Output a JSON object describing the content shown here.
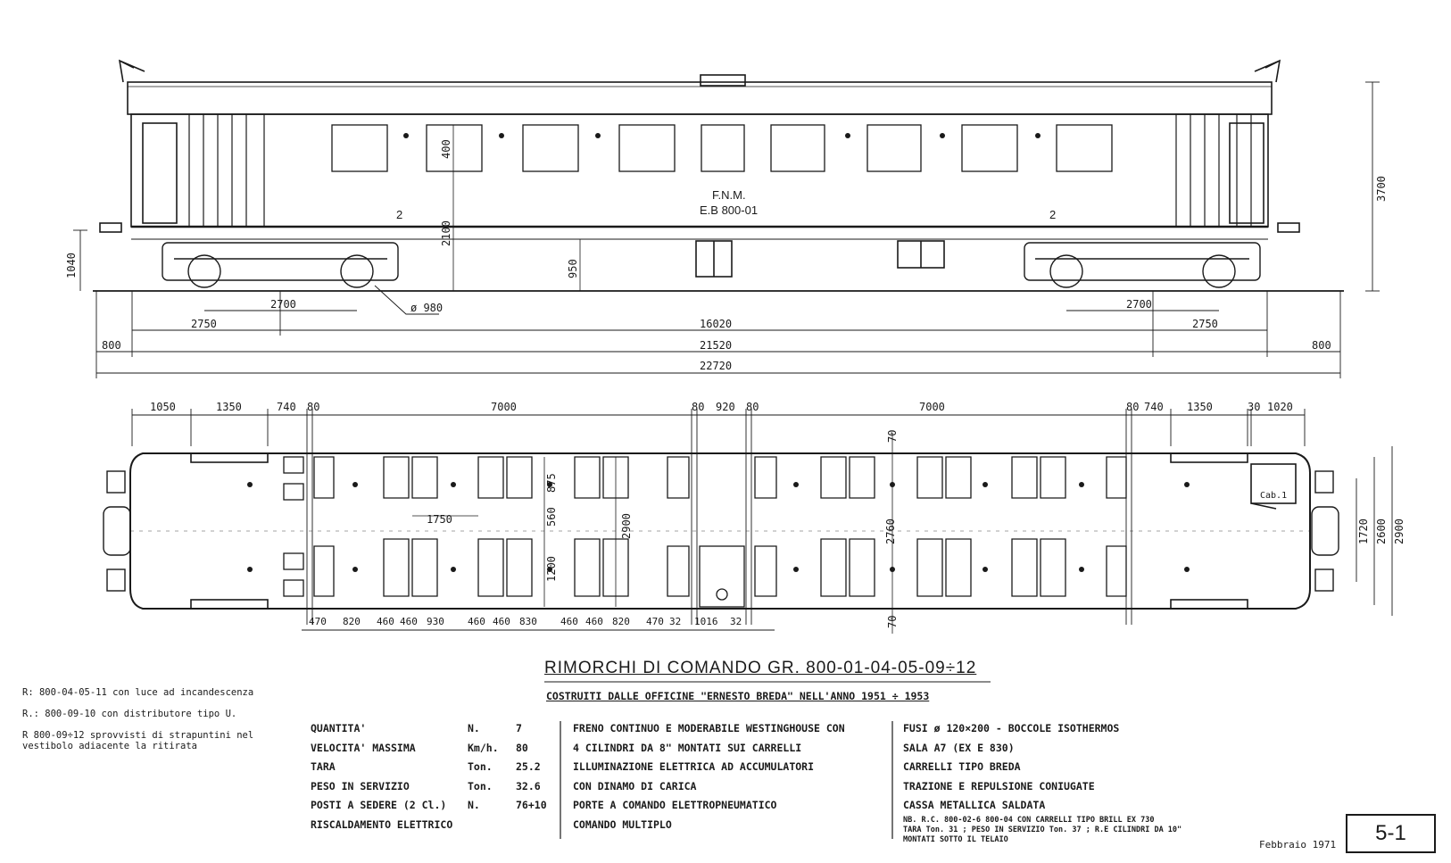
{
  "side_view": {
    "operator": "F.N.M.",
    "number": "E.B 800-01",
    "class_mark": "2",
    "dims": {
      "height_total": "3700",
      "floor_height": "1040",
      "window": "400",
      "side_height": "2100",
      "floor_to_rail": "950",
      "wheel": "ø 980",
      "wheelbase": "2700",
      "bogie_offset": "2750",
      "pivot": "16020",
      "body": "21520",
      "overhang": "800",
      "total": "22720"
    }
  },
  "plan_view": {
    "top_dims": [
      "1050",
      "1350",
      "740",
      "80",
      "7000",
      "80",
      "920",
      "80",
      "7000",
      "80",
      "740",
      "1350",
      "30",
      "1020"
    ],
    "bottom_dims": [
      "470",
      "820",
      "460",
      "460",
      "930",
      "460",
      "460",
      "830",
      "460",
      "460",
      "820",
      "470",
      "32",
      "1016",
      "32"
    ],
    "inner": {
      "pitch": "1750",
      "d875": "875",
      "d560": "560",
      "d1200": "1200",
      "aisle": "2900",
      "d2760": "2760",
      "d70": "70",
      "cab": "Cab.1"
    },
    "right_dims": [
      "1720",
      "2600",
      "2900"
    ]
  },
  "title": "RIMORCHI DI COMANDO GR. 800-01-04-05-09÷12",
  "subtitle": "COSTRUITI DALLE OFFICINE \"ERNESTO BREDA\" NELL'ANNO 1951 ÷ 1953",
  "notes": [
    "R: 800-04-05-11 con luce ad incandescenza",
    "R.: 800-09-10 con distributore tipo U.",
    "R 800-09÷12 sprovvisti di strapuntini nel vestibolo adiacente la ritirata"
  ],
  "specs": [
    {
      "label": "QUANTITA'",
      "unit": "N.",
      "value": "7"
    },
    {
      "label": "VELOCITA' MASSIMA",
      "unit": "Km/h.",
      "value": "80"
    },
    {
      "label": "TARA",
      "unit": "Ton.",
      "value": "25.2"
    },
    {
      "label": "PESO IN SERVIZIO",
      "unit": "Ton.",
      "value": "32.6"
    },
    {
      "label": "POSTI A SEDERE (2 Cl.)",
      "unit": "N.",
      "value": "76+10"
    },
    {
      "label": "RISCALDAMENTO ELETTRICO",
      "unit": "",
      "value": ""
    }
  ],
  "equipment": [
    "FRENO CONTINUO E MODERABILE WESTINGHOUSE CON",
    "4 CILINDRI DA 8\" MONTATI SUI CARRELLI",
    "ILLUMINAZIONE ELETTRICA AD ACCUMULATORI",
    "CON DINAMO DI CARICA",
    "PORTE A COMANDO ELETTROPNEUMATICO",
    "COMANDO MULTIPLO"
  ],
  "running_gear": [
    "FUSI ø 120×200 - BOCCOLE ISOTHERMOS",
    "SALA A7 (EX E 830)",
    "CARRELLI TIPO BREDA",
    "TRAZIONE E REPULSIONE CONIUGATE",
    "CASSA METALLICA SALDATA"
  ],
  "nb": [
    "NB. R.C. 800-02-6 800-04 CON CARRELLI TIPO BRILL EX 730",
    "TARA Ton. 31 ; PESO IN SERVIZIO Ton. 37 ; R.E CILINDRI DA 10\"",
    "MONTATI SOTTO IL TELAIO"
  ],
  "date": "Febbraio 1971",
  "sheet": "5-1"
}
